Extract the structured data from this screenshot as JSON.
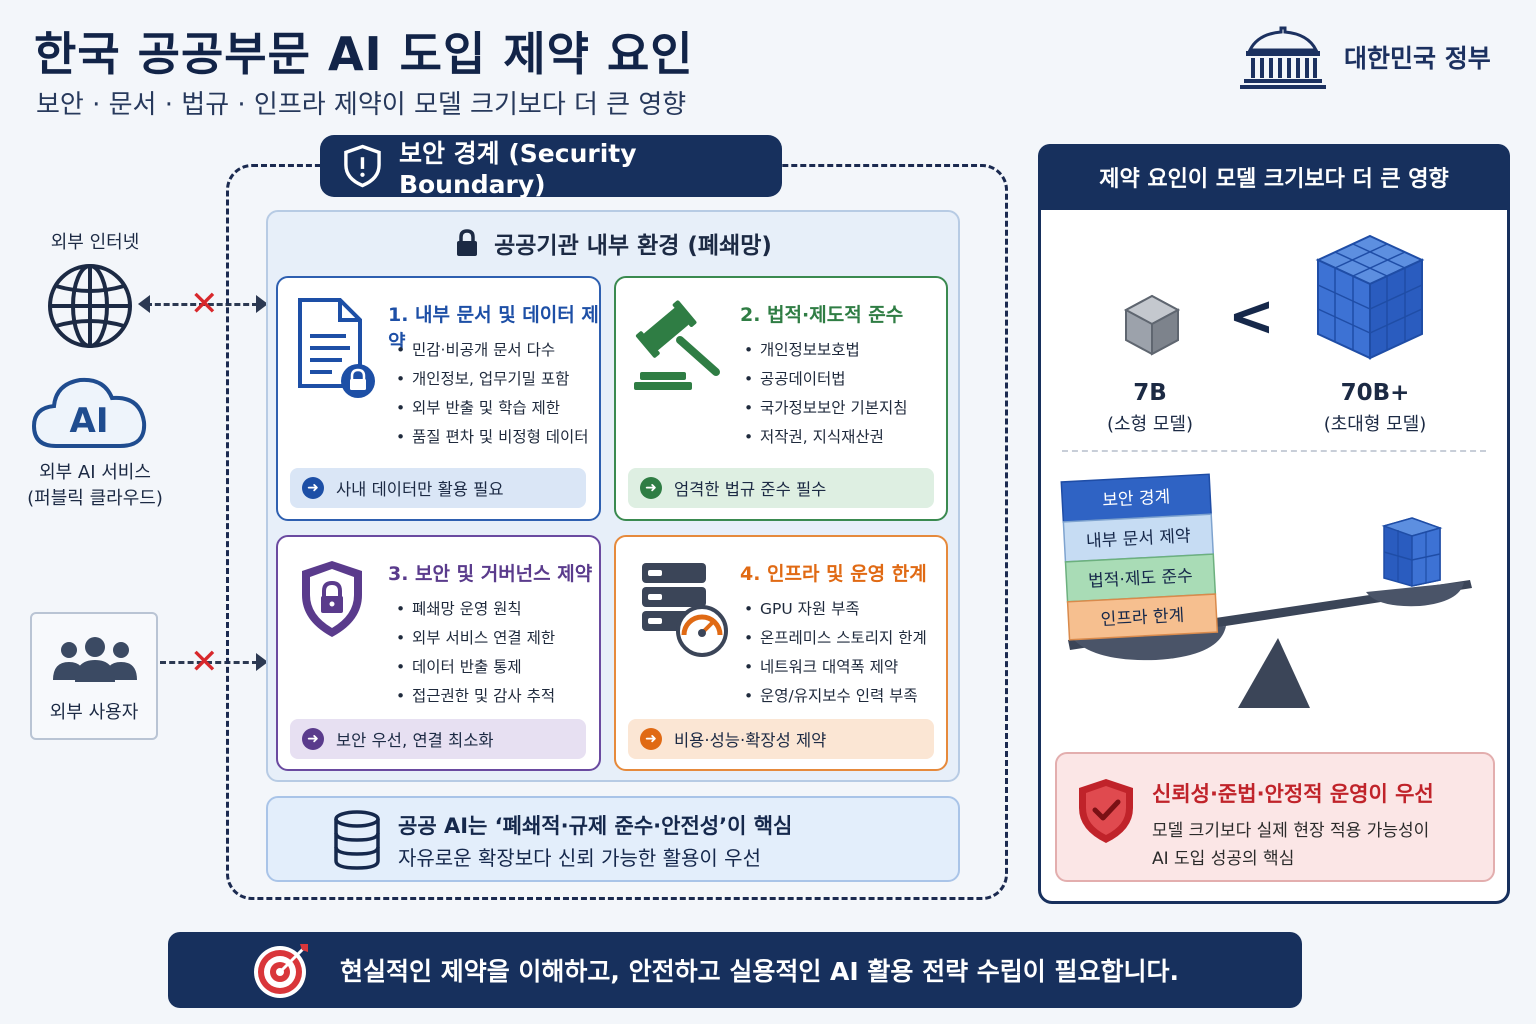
{
  "header": {
    "title": "한국 공공부문 AI 도입 제약 요인",
    "subtitle": "보안 · 문서 · 법규 · 인프라 제약이 모델 크기보다 더 큰 영향",
    "government": "대한민국 정부"
  },
  "external": {
    "internet": "외부 인터넷",
    "ai_line1": "외부 AI 서비스",
    "ai_line2": "(퍼블릭 클라우드)",
    "ai_icon_text": "AI",
    "users": "외부 사용자"
  },
  "boundary": {
    "label": "보안 경계 (Security Boundary)",
    "inner_title": "공공기관 내부 환경 (폐쇄망)"
  },
  "cards": [
    {
      "title": "1. 내부 문서 및 데이터 제약",
      "icon": "document-lock-icon",
      "color": "#1d4fa6",
      "bullets": [
        "민감·비공개 문서 다수",
        "개인정보, 업무기밀 포함",
        "외부 반출 및 학습 제한",
        "품질 편차 및 비정형 데이터"
      ],
      "note": "사내 데이터만 활용 필요"
    },
    {
      "title": "2. 법적·제도적 준수",
      "icon": "gavel-icon",
      "color": "#2f7d44",
      "bullets": [
        "개인정보보호법",
        "공공데이터법",
        "국가정보보안 기본지침",
        "저작권, 지식재산권"
      ],
      "note": "엄격한 법규 준수 필수"
    },
    {
      "title": "3. 보안 및 거버넌스 제약",
      "icon": "shield-lock-icon",
      "color": "#5a3b8c",
      "bullets": [
        "폐쇄망 운영 원칙",
        "외부 서비스 연결 제한",
        "데이터 반출 통제",
        "접근권한 및 감사 추적"
      ],
      "note": "보안 우선, 연결 최소화"
    },
    {
      "title": "4. 인프라 및 운영 한계",
      "icon": "server-gauge-icon",
      "color": "#e06a14",
      "bullets": [
        "GPU 자원 부족",
        "온프레미스 스토리지 한계",
        "네트워크 대역폭 제약",
        "운영/유지보수 인력 부족"
      ],
      "note": "비용·성능·확장성 제약"
    }
  ],
  "core": {
    "line1": "공공 AI는 ‘폐쇄적·규제 준수·안전성’이 핵심",
    "line2": "자유로운 확장보다 신뢰 가능한 활용이 우선"
  },
  "right": {
    "header": "제약 요인이 모델 크기보다 더 큰 영향",
    "small_model": "7B",
    "small_model_desc": "(소형 모델)",
    "comparator": "<",
    "large_model": "70B+",
    "large_model_desc": "(초대형 모델)",
    "stack": [
      "보안 경계",
      "내부 문서 제약",
      "법적·제도 준수",
      "인프라 한계"
    ],
    "trust_title": "신뢰성·준법·안정적 운영이 우선",
    "trust_line1": "모델 크기보다 실제 현장 적용 가능성이",
    "trust_line2": "AI 도입 성공의 핵심"
  },
  "footer": {
    "text": "현실적인 제약을 이해하고, 안전하고 실용적인 AI 활용 전략 수립이 필요합니다."
  },
  "colors": {
    "navy": "#17305d",
    "blue": "#1d4fa6",
    "green": "#2f7d44",
    "purple": "#5a3b8c",
    "orange": "#e06a14",
    "red": "#c0232a"
  }
}
